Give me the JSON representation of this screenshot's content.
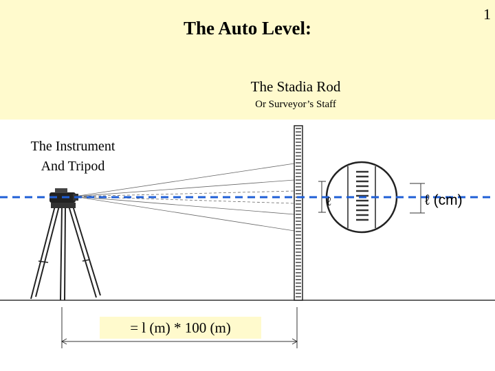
{
  "page_number": "1",
  "title": "The Auto Level:",
  "rod": {
    "title": "The Stadia Rod",
    "subtitle": "Or Surveyor’s Staff"
  },
  "instrument": {
    "line1": "The Instrument",
    "line2": "And Tripod"
  },
  "intercept_label": "ℓ",
  "magnified_label": "ℓ (cm)",
  "formula": "= l (m) * 100 (m)",
  "colors": {
    "banner": "#fffacd",
    "line_of_sight": "#1f5fd6"
  }
}
